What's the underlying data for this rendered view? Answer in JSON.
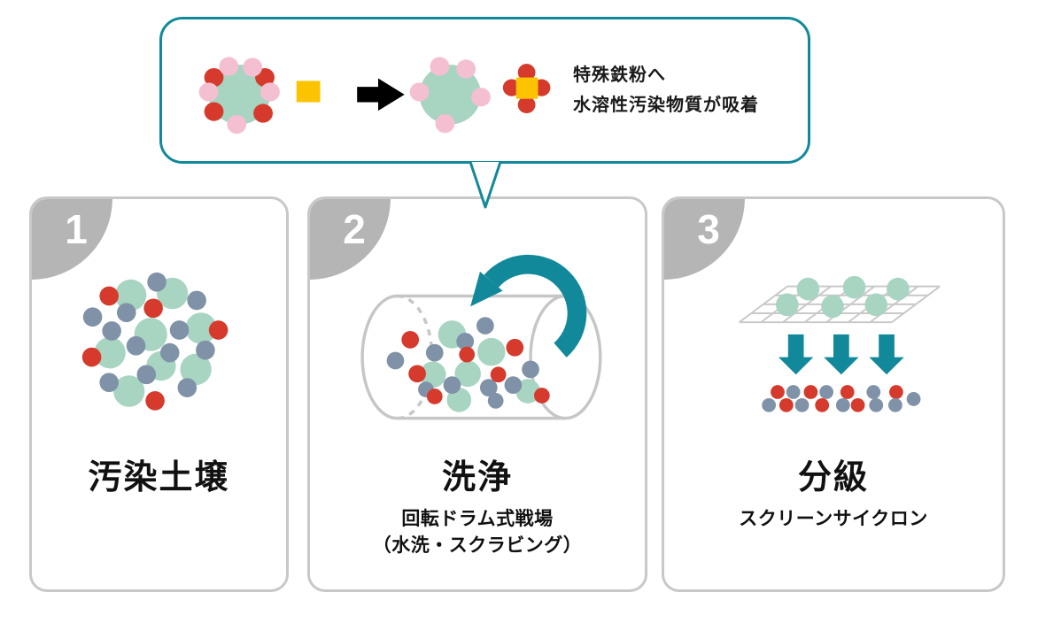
{
  "callout": {
    "line1": "特殊鉄粉へ",
    "line2": "水溶性汚染物質が吸着",
    "icons": [
      "contaminated-particle",
      "iron-powder",
      "arrow-right",
      "cleaned-particle",
      "iron-powder-adsorbed"
    ]
  },
  "steps": [
    {
      "number": "1",
      "title": "汚染土壌",
      "icon": "contaminated-soil-cluster"
    },
    {
      "number": "2",
      "title": "洗浄",
      "sub1": "回転ドラム式戦場",
      "sub2": "（水洗・スクラビング）",
      "icon": "rotating-drum-with-rotation-arrow"
    },
    {
      "number": "3",
      "title": "分級",
      "sub1": "スクリーンサイクロン",
      "icon": "screen-mesh-classification"
    }
  ],
  "palette": {
    "accent_teal": "#12899b",
    "particle_green": "#a8d4c2",
    "particle_pink": "#f5bfd2",
    "particle_red": "#d53a2c",
    "particle_blue_gray": "#8092a7",
    "iron_yellow": "#fcc400",
    "badge_gray": "#b5b5b5",
    "card_border_gray": "#c8c8c8",
    "drum_stroke_gray": "#c6c6c6",
    "text_black": "#1a1a1a"
  }
}
